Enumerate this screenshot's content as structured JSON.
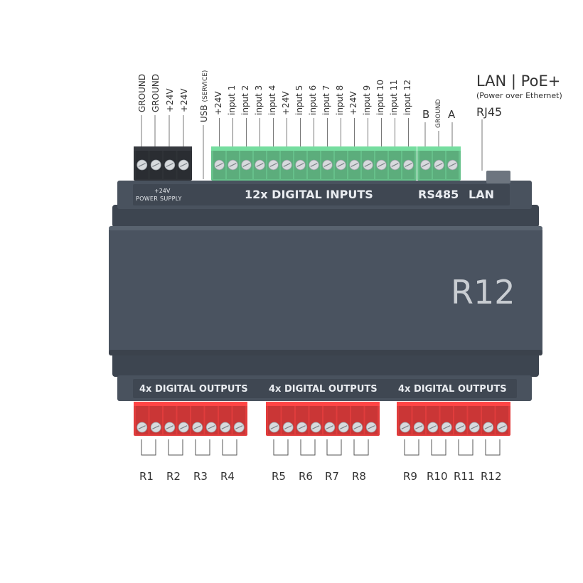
{
  "top_labels": {
    "power_terminals": [
      "GROUND",
      "GROUND",
      "+24V",
      "+24V"
    ],
    "usb": {
      "main": "USB",
      "sub": "(SERVICE)"
    },
    "input_terminals": [
      "+24V",
      "input 1",
      "input 2",
      "input 3",
      "input 4",
      "+24V",
      "input 5",
      "input 6",
      "input 7",
      "input 8",
      "+24V",
      "input 9",
      "input 10",
      "input 11",
      "input 12"
    ],
    "rs485_terminals": {
      "b": "B",
      "ground": "GROUND",
      "a": "A"
    }
  },
  "lan_callout": {
    "title": "LAN | PoE+",
    "subtitle": "(Power over Ethernet)",
    "connector": "RJ45"
  },
  "device": {
    "power_supply_top": "+24V",
    "power_supply_bottom": "POWER SUPPLY",
    "inputs_title": "12x DIGITAL INPUTS",
    "rs485": "RS485",
    "lan": "LAN",
    "model": "R12",
    "output_groups": [
      "4x DIGITAL OUTPUTS",
      "4x DIGITAL OUTPUTS",
      "4x DIGITAL OUTPUTS"
    ]
  },
  "relay_labels": [
    "R1",
    "R2",
    "R3",
    "R4",
    "R5",
    "R6",
    "R7",
    "R8",
    "R9",
    "R10",
    "R11",
    "R12"
  ],
  "colors": {
    "body": "#4a5360",
    "body_dark": "#3a424d",
    "input_block": "#66c08a",
    "power_block": "#2f3237",
    "output_block": "#e03c3c",
    "text_on_body": "#e9ecf0",
    "label_text": "#333333"
  }
}
